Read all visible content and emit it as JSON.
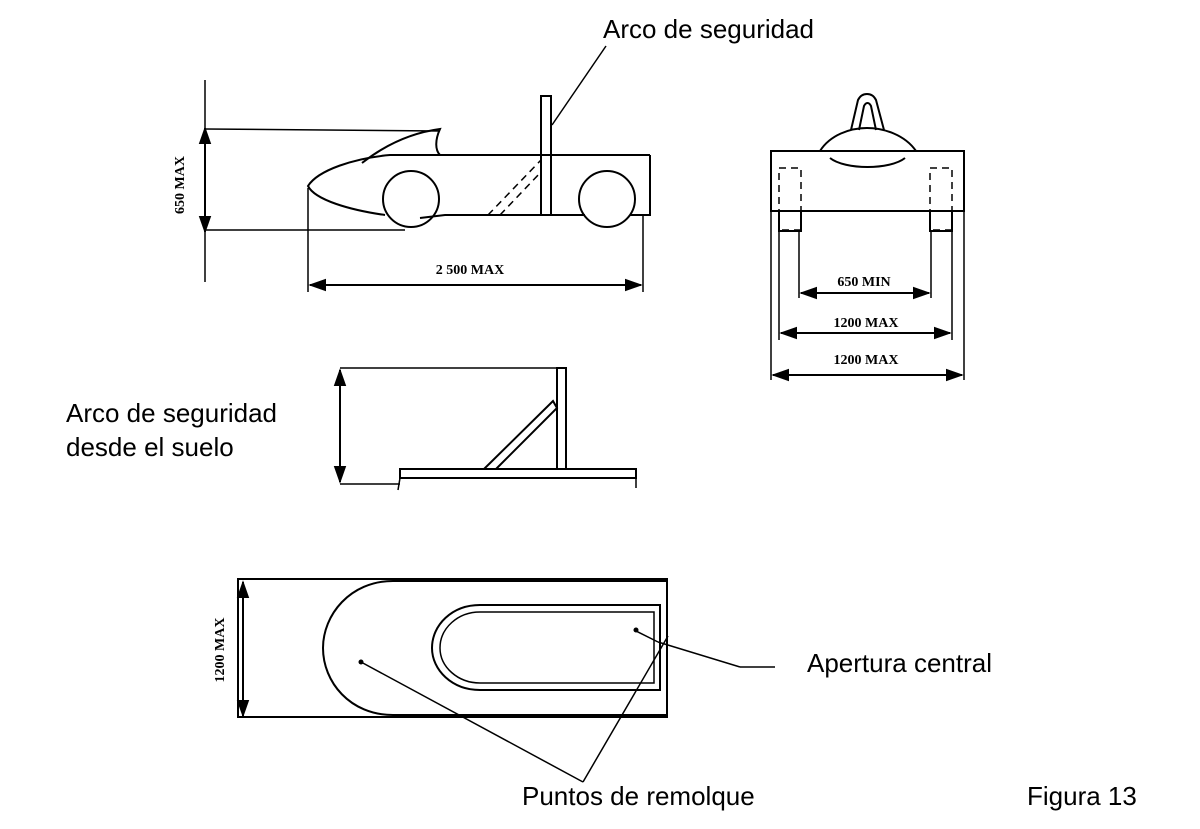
{
  "labels": {
    "roll_bar": "Arco de seguridad",
    "roll_bar_from_ground_line1": "Arco de seguridad",
    "roll_bar_from_ground_line2": "desde el suelo",
    "central_opening": "Apertura central",
    "towing_points": "Puntos de remolque",
    "figure": "Figura 13"
  },
  "dimensions": {
    "height_max": "650 MAX",
    "length_max": "2 500 MAX",
    "track_min": "650 MIN",
    "width_max_inner": "1200 MAX",
    "width_max_outer": "1200 MAX",
    "plan_width_max": "1200 MAX"
  }
}
